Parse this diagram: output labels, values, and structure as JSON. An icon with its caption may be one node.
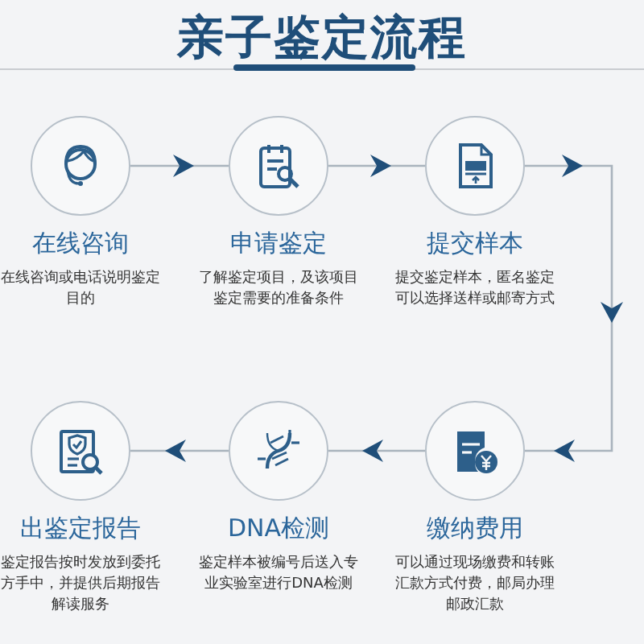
{
  "diagram": {
    "title": "亲子鉴定流程",
    "nodes": [
      {
        "text": [
          "在线咨询",
          "在线咨询或电话说明鉴定目的"
        ]
      },
      {
        "text": [
          "申请鉴定",
          "了解鉴定项目，及该项目鉴定需要的准备条件"
        ]
      },
      {
        "text": [
          "提交样本",
          "提交鉴定样本，匿名鉴定可以选择送样或邮寄方式"
        ]
      },
      {
        "text": [
          "出鉴定报告",
          "鉴定报告按时发放到委托方手中，并提供后期报告解读服务"
        ]
      },
      {
        "text": [
          "DNA检测",
          "鉴定样本被编号后送入专业实验室进行DNA检测"
        ]
      },
      {
        "text": [
          "缴纳费用",
          "可以通过现场缴费和转账汇款方式付费，邮局办理邮政汇款"
        ]
      }
    ],
    "edges": [
      {
        "from": 0,
        "to": 1,
        "arrow": "to"
      },
      {
        "from": 1,
        "to": 2,
        "arrow": "to"
      },
      {
        "from": 2,
        "to": 5,
        "arrow": "to"
      },
      {
        "from": 5,
        "to": 4,
        "arrow": "to"
      },
      {
        "from": 4,
        "to": 3,
        "arrow": "to"
      }
    ]
  }
}
